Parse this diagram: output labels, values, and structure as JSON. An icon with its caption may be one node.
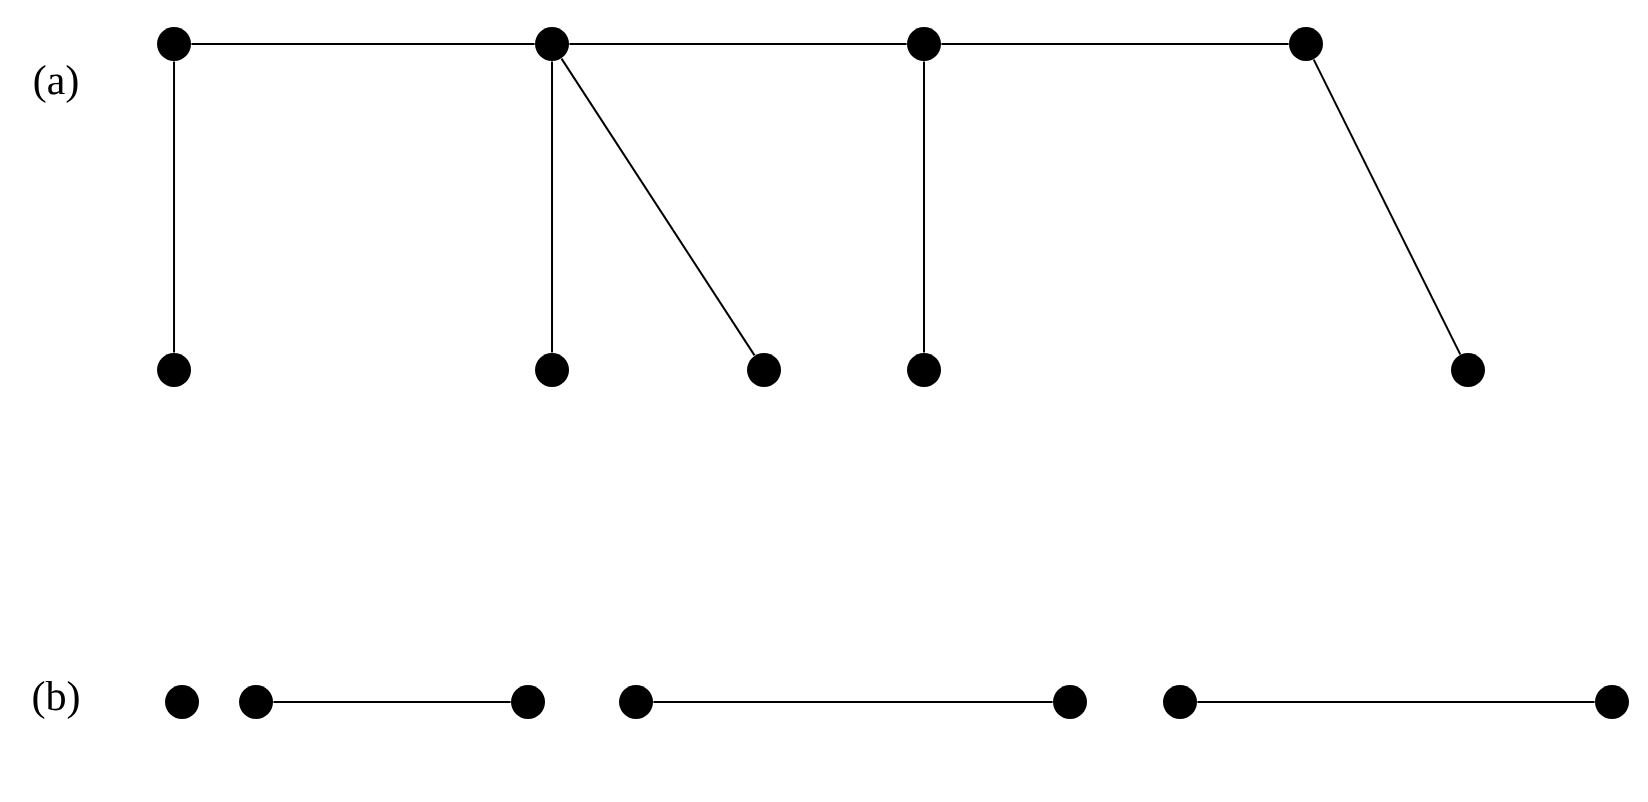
{
  "diagram": {
    "nodes": [
      {
        "text": [],
        "shape": "circle"
      },
      {
        "text": [],
        "shape": "circle"
      },
      {
        "text": [],
        "shape": "circle"
      },
      {
        "text": [],
        "shape": "circle"
      },
      {
        "text": [],
        "shape": "circle"
      },
      {
        "text": [],
        "shape": "circle"
      },
      {
        "text": [],
        "shape": "circle"
      },
      {
        "text": [],
        "shape": "circle"
      },
      {
        "text": [],
        "shape": "circle"
      },
      {
        "text": [],
        "shape": "circle"
      },
      {
        "text": [],
        "shape": "circle"
      },
      {
        "text": [],
        "shape": "circle"
      },
      {
        "text": [],
        "shape": "circle"
      },
      {
        "text": [],
        "shape": "circle"
      },
      {
        "text": [],
        "shape": "circle"
      },
      {
        "text": [],
        "shape": "circle"
      }
    ],
    "edges": [
      {
        "from": 0,
        "to": 1,
        "arrow": "none"
      },
      {
        "from": 1,
        "to": 2,
        "arrow": "none"
      },
      {
        "from": 2,
        "to": 3,
        "arrow": "none"
      },
      {
        "from": 0,
        "to": 4,
        "arrow": "none"
      },
      {
        "from": 1,
        "to": 5,
        "arrow": "none"
      },
      {
        "from": 1,
        "to": 6,
        "arrow": "none"
      },
      {
        "from": 2,
        "to": 7,
        "arrow": "none"
      },
      {
        "from": 3,
        "to": 8,
        "arrow": "none"
      },
      {
        "from": 10,
        "to": 11,
        "arrow": "none"
      },
      {
        "from": 12,
        "to": 13,
        "arrow": "none"
      },
      {
        "from": 14,
        "to": 15,
        "arrow": "none"
      }
    ],
    "labels": [
      "(a)",
      "(b)"
    ]
  }
}
